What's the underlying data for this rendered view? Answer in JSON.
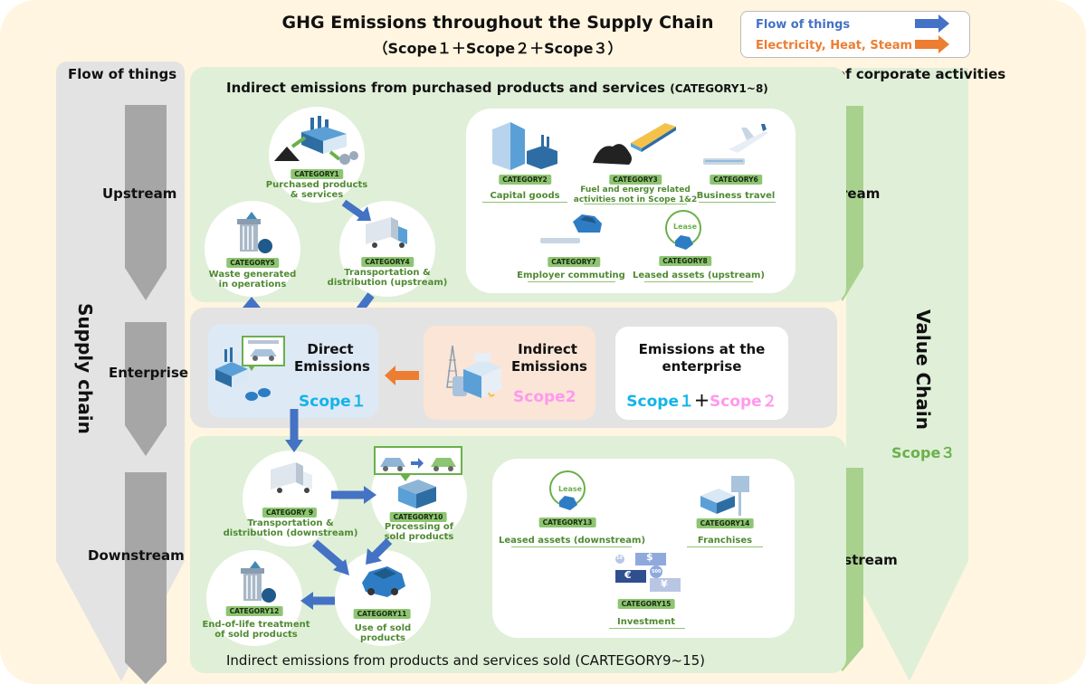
{
  "title": {
    "line1": "GHG Emissions throughout the Supply Chain",
    "line2": "（Scope１＋Scope２＋Scope３）"
  },
  "legend": {
    "items": [
      {
        "label": "Flow of things",
        "color": "#4472c4"
      },
      {
        "label": "Electricity, Heat, Steam",
        "color": "#ed7d31"
      }
    ]
  },
  "left_column": {
    "header": "Flow of things",
    "vertical_label": "Supply chain",
    "stages": [
      "Upstream",
      "Enterprise",
      "Downstream"
    ]
  },
  "right_column": {
    "header": "Flow of corporate activities",
    "vertical_label": "Value Chain",
    "scope_label": "Scope３",
    "stages": [
      "Upstream",
      "Downstream"
    ]
  },
  "upstream_panel": {
    "title": "Indirect emissions from purchased products and services",
    "title_suffix": "(CATEGORY1~8)",
    "circle_categories": [
      {
        "badge": "CATEGORY1",
        "label1": "Purchased products",
        "label2": "& services",
        "icon": "factory-icon"
      },
      {
        "badge": "CATEGORY4",
        "label1": "Transportation &",
        "label2": "distribution (upstream)",
        "icon": "truck-icon"
      },
      {
        "badge": "CATEGORY5",
        "label1": "Waste generated",
        "label2": "in operations",
        "icon": "trash-bin-icon"
      }
    ],
    "box_categories": [
      {
        "badge": "CATEGORY2",
        "label1": "Capital goods",
        "label2": "",
        "icon": "building-icon"
      },
      {
        "badge": "CATEGORY3",
        "label1": "Fuel and energy related",
        "label2": "activities not in Scope 1&2",
        "icon": "coal-ship-icon"
      },
      {
        "badge": "CATEGORY6",
        "label1": "Business travel",
        "label2": "",
        "icon": "airplane-train-icon"
      },
      {
        "badge": "CATEGORY7",
        "label1": "Employer commuting",
        "label2": "",
        "icon": "car-train-icon"
      },
      {
        "badge": "CATEGORY8",
        "label1": "Leased assets (upstream)",
        "label2": "",
        "icon": "lease-car-icon",
        "lease_text": "Lease"
      }
    ]
  },
  "enterprise_panel": {
    "direct": {
      "line1": "Direct",
      "line2": "Emissions",
      "scope": "Scope１"
    },
    "indirect": {
      "line1": "Indirect",
      "line2": "Emissions",
      "scope": "Scope2"
    },
    "total": {
      "line1": "Emissions at the",
      "line2": "enterprise",
      "scope1": "Scope１",
      "plus": "＋",
      "scope2": "Scope２"
    }
  },
  "downstream_panel": {
    "title": "Indirect emissions from products and services sold (CARTEGORY9~15)",
    "circle_categories": [
      {
        "badge": "CATEGORY 9",
        "label1": "Transportation &",
        "label2": "distribution (downstream)",
        "icon": "truck-icon"
      },
      {
        "badge": "CATEGORY10",
        "label1": "Processing of",
        "label2": "sold products",
        "icon": "processing-plant-icon"
      },
      {
        "badge": "CATEGORY11",
        "label1": "Use of sold",
        "label2": "products",
        "icon": "car-icon"
      },
      {
        "badge": "CATEGORY12",
        "label1": "End-of-life treatment",
        "label2": "of sold products",
        "icon": "trash-bin-icon"
      }
    ],
    "box_categories": [
      {
        "badge": "CATEGORY13",
        "label1": "Leased assets (downstream)",
        "icon": "lease-car-icon",
        "lease_text": "Lease"
      },
      {
        "badge": "CATEGORY14",
        "label1": "Franchises",
        "icon": "store-sign-icon"
      },
      {
        "badge": "CATEGORY15",
        "label1": "Investment",
        "icon": "currency-icon",
        "currency": [
          "$",
          "€",
          "¥",
          "10",
          "500"
        ]
      }
    ]
  }
}
